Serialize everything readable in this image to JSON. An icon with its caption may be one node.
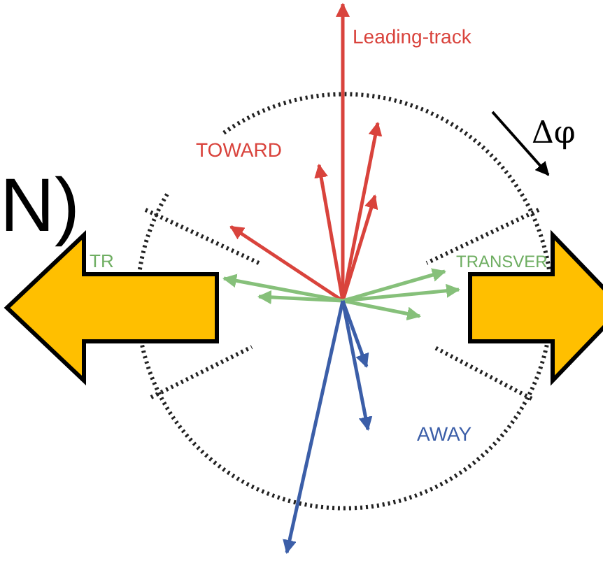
{
  "diagram": {
    "labels": [
      "Leading-track",
      "TOWARD",
      "Δφ",
      "N)",
      "TR",
      "TRANSVER",
      "AWAY"
    ]
  }
}
